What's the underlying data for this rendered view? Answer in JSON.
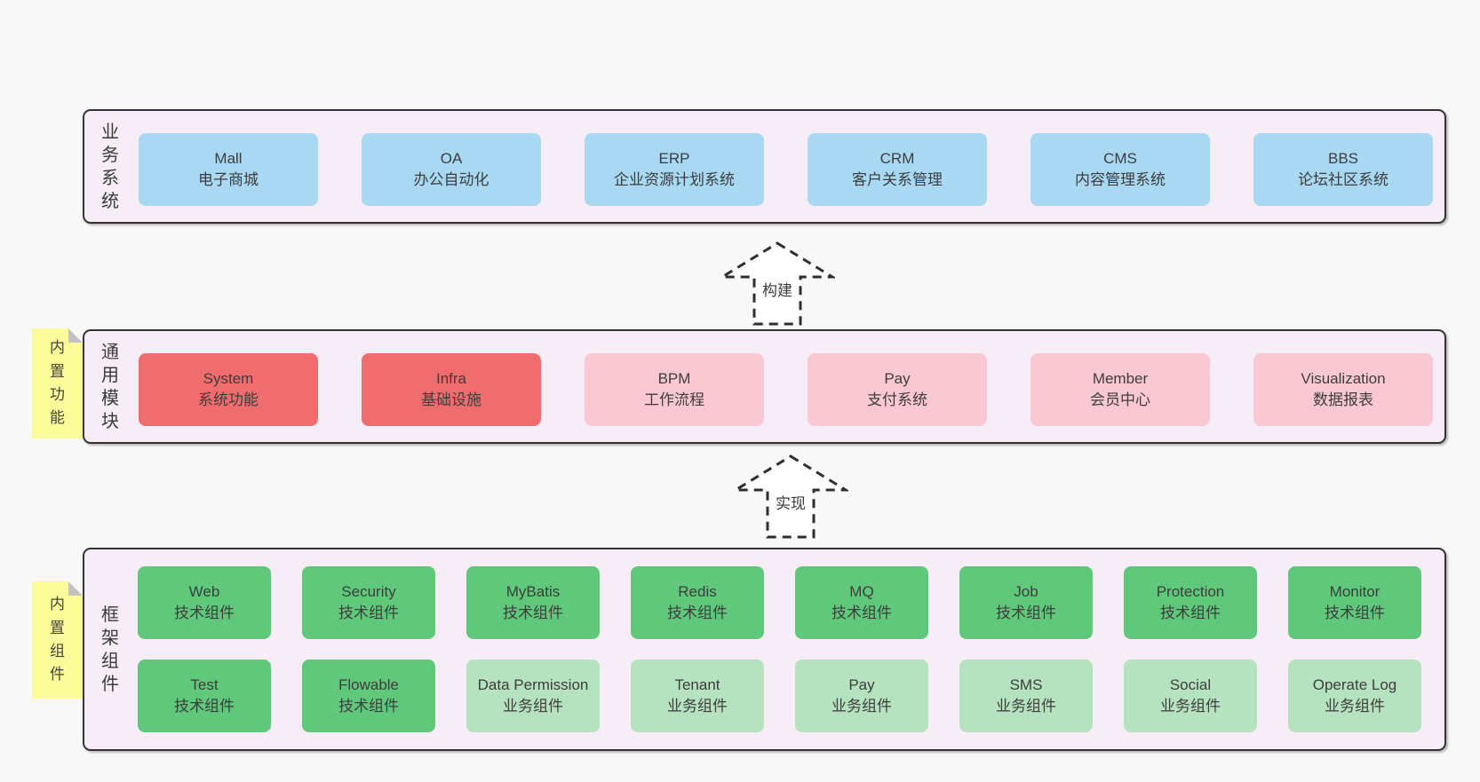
{
  "colors": {
    "page-bg": "#f8f8f8",
    "container-bg": "#f7edf6",
    "container-border": "#333333",
    "box-blue": "#a8d8f2",
    "box-red": "#f16d6d",
    "box-pink": "#fac8d3",
    "box-green": "#5fc87a",
    "box-lightgreen": "#b5e2bf",
    "sticky-bg": "#fbfb9a",
    "sticky-fold": "#c2c2c2"
  },
  "stickies": [
    {
      "text": "内置功能"
    },
    {
      "text": "内置组件"
    }
  ],
  "arrows": [
    {
      "label": "构建"
    },
    {
      "label": "实现"
    }
  ],
  "layers": [
    {
      "label": "业务系统",
      "rows": [
        {
          "boxes": [
            {
              "title": "Mall",
              "subtitle": "电子商城",
              "variant": "blue"
            },
            {
              "title": "OA",
              "subtitle": "办公自动化",
              "variant": "blue"
            },
            {
              "title": "ERP",
              "subtitle": "企业资源计划系统",
              "variant": "blue"
            },
            {
              "title": "CRM",
              "subtitle": "客户关系管理",
              "variant": "blue"
            },
            {
              "title": "CMS",
              "subtitle": "内容管理系统",
              "variant": "blue"
            },
            {
              "title": "BBS",
              "subtitle": "论坛社区系统",
              "variant": "blue"
            }
          ]
        }
      ]
    },
    {
      "label": "通用模块",
      "rows": [
        {
          "boxes": [
            {
              "title": "System",
              "subtitle": "系统功能",
              "variant": "red"
            },
            {
              "title": "Infra",
              "subtitle": "基础设施",
              "variant": "red"
            },
            {
              "title": "BPM",
              "subtitle": "工作流程",
              "variant": "pink"
            },
            {
              "title": "Pay",
              "subtitle": "支付系统",
              "variant": "pink"
            },
            {
              "title": "Member",
              "subtitle": "会员中心",
              "variant": "pink"
            },
            {
              "title": "Visualization",
              "subtitle": "数据报表",
              "variant": "pink"
            }
          ]
        }
      ]
    },
    {
      "label": "框架组件",
      "rows": [
        {
          "boxes": [
            {
              "title": "Web",
              "subtitle": "技术组件",
              "variant": "green"
            },
            {
              "title": "Security",
              "subtitle": "技术组件",
              "variant": "green"
            },
            {
              "title": "MyBatis",
              "subtitle": "技术组件",
              "variant": "green"
            },
            {
              "title": "Redis",
              "subtitle": "技术组件",
              "variant": "green"
            },
            {
              "title": "MQ",
              "subtitle": "技术组件",
              "variant": "green"
            },
            {
              "title": "Job",
              "subtitle": "技术组件",
              "variant": "green"
            },
            {
              "title": "Protection",
              "subtitle": "技术组件",
              "variant": "green"
            },
            {
              "title": "Monitor",
              "subtitle": "技术组件",
              "variant": "green"
            }
          ]
        },
        {
          "boxes": [
            {
              "title": "Test",
              "subtitle": "技术组件",
              "variant": "green"
            },
            {
              "title": "Flowable",
              "subtitle": "技术组件",
              "variant": "green"
            },
            {
              "title": "Data Permission",
              "subtitle": "业务组件",
              "variant": "lightgreen"
            },
            {
              "title": "Tenant",
              "subtitle": "业务组件",
              "variant": "lightgreen"
            },
            {
              "title": "Pay",
              "subtitle": "业务组件",
              "variant": "lightgreen"
            },
            {
              "title": "SMS",
              "subtitle": "业务组件",
              "variant": "lightgreen"
            },
            {
              "title": "Social",
              "subtitle": "业务组件",
              "variant": "lightgreen"
            },
            {
              "title": "Operate Log",
              "subtitle": "业务组件",
              "variant": "lightgreen"
            }
          ]
        }
      ]
    }
  ]
}
